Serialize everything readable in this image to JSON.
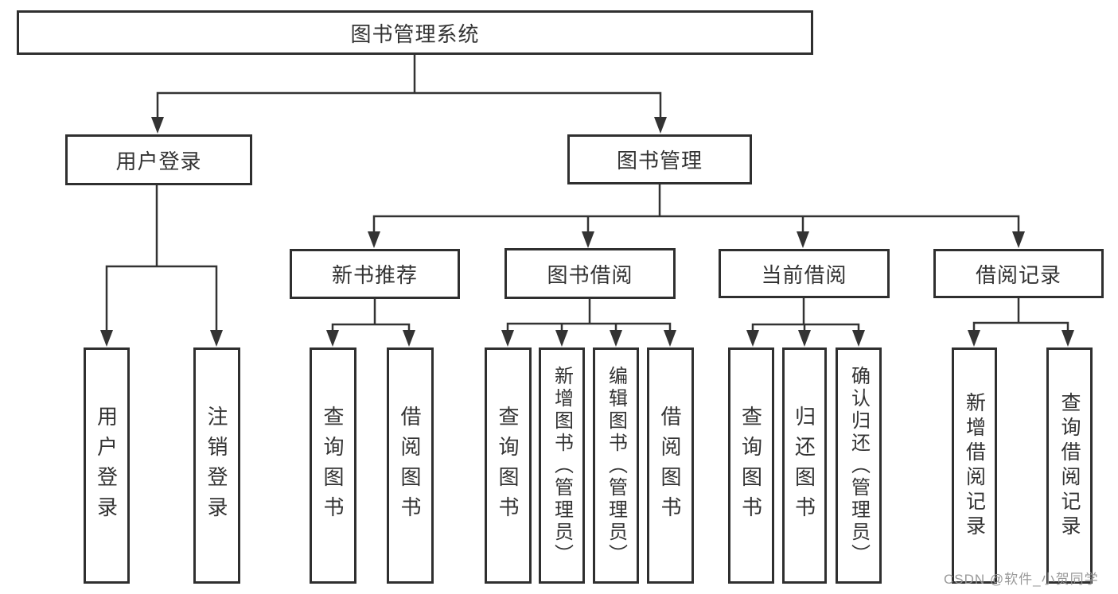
{
  "diagram": {
    "title_node": "图书管理系统",
    "nodes": {
      "root": "图书管理系统",
      "user_login": "用户登录",
      "book_mgmt": "图书管理",
      "new_books": "新书推荐",
      "book_borrow": "图书借阅",
      "current_borrow": "当前借阅",
      "borrow_records": "借阅记录",
      "leaf_user_login": "用户登录",
      "leaf_logout": "注销登录",
      "leaf_nb_query": "查询图书",
      "leaf_nb_borrow": "借阅图书",
      "leaf_bb_query": "查询图书",
      "leaf_bb_add": "新增图书（管理员）",
      "leaf_bb_edit": "编辑图书（管理员）",
      "leaf_bb_borrow": "借阅图书",
      "leaf_cb_query": "查询图书",
      "leaf_cb_return": "归还图书",
      "leaf_cb_confirm": "确认归还（管理员）",
      "leaf_br_add": "新增借阅记录",
      "leaf_br_query": "查询借阅记录"
    },
    "colors": {
      "line": "#333333",
      "box_border": "#2f2f2f",
      "text": "#333333",
      "background": "#ffffff",
      "watermark": "#949494"
    }
  },
  "watermark": "CSDN @软件_小贺同学"
}
